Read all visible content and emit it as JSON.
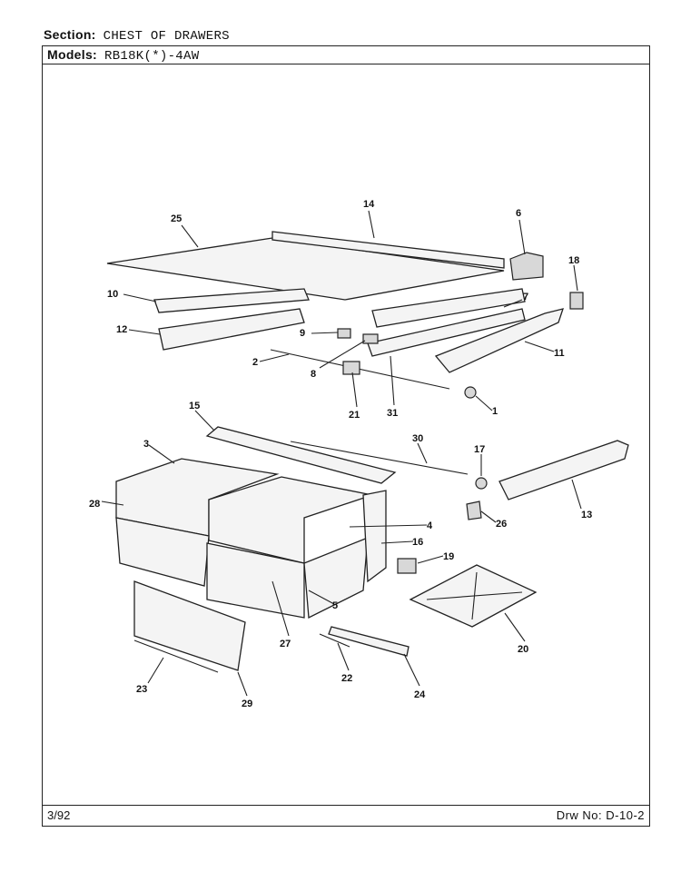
{
  "header": {
    "section_label": "Section:",
    "section_value": "CHEST OF DRAWERS",
    "models_label": "Models:",
    "models_value": "RB18K(*)-4AW"
  },
  "footer": {
    "date": "3/92",
    "drawing_number": "Drw No: D-10-2"
  },
  "callouts": [
    "1",
    "2",
    "3",
    "4",
    "5",
    "6",
    "7",
    "8",
    "9",
    "10",
    "11",
    "12",
    "13",
    "14",
    "15",
    "16",
    "17",
    "18",
    "19",
    "20",
    "21",
    "22",
    "23",
    "24",
    "25",
    "26",
    "27",
    "28",
    "29",
    "30",
    "31"
  ]
}
